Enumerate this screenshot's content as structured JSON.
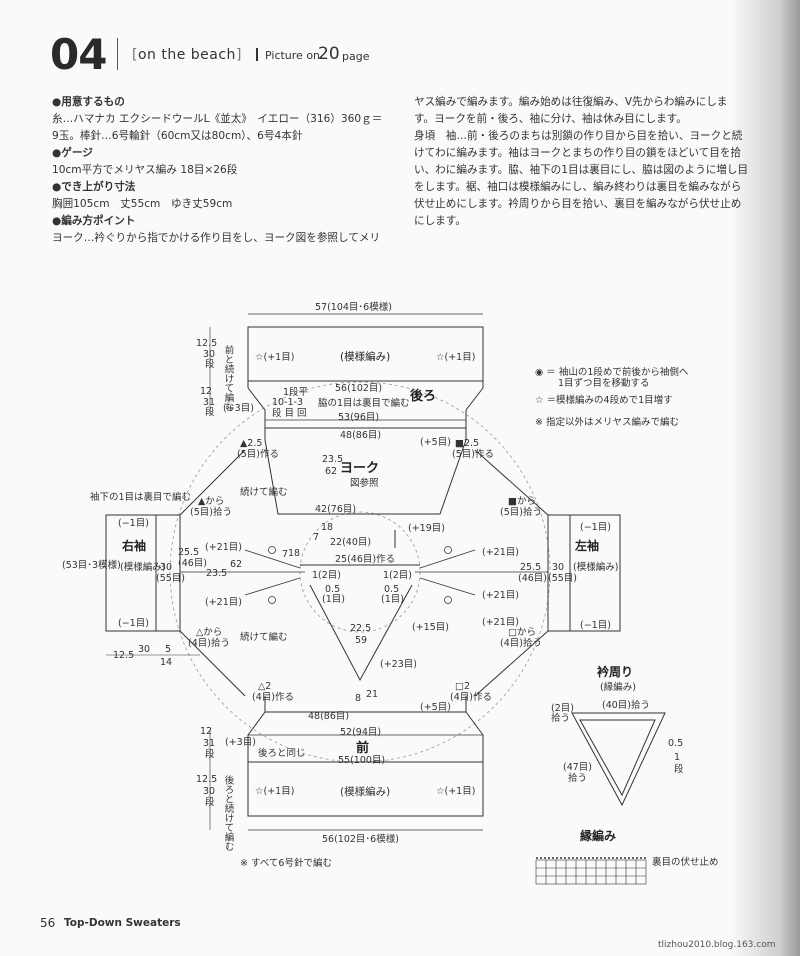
{
  "header": {
    "page_number": "04",
    "subtitle_open": "[",
    "subtitle": "on the beach",
    "subtitle_close": "]",
    "picture_on": "Picture on",
    "picture_page": "20",
    "picture_page_label": "page"
  },
  "instructions": {
    "left": [
      {
        "text": "●用意するもの",
        "bold": true
      },
      {
        "text": "糸…ハマナカ エクシードウールL《並太》　イエロー（316）360ｇ＝",
        "bold": false
      },
      {
        "text": "9玉。棒針…6号輪針（60cm又は80cm）、6号4本針",
        "bold": false
      },
      {
        "text": "●ゲージ",
        "bold": true
      },
      {
        "text": "10cm平方でメリヤス編み 18目×26段",
        "bold": false
      },
      {
        "text": "●でき上がり寸法",
        "bold": true
      },
      {
        "text": "胸囲105cm　丈55cm　ゆき丈59cm",
        "bold": false
      },
      {
        "text": "●編み方ポイント",
        "bold": true
      },
      {
        "text": "ヨーク…衿ぐりから指でかける作り目をし、ヨーク図を参照してメリ",
        "bold": false
      }
    ],
    "right": [
      "ヤス編みで編みます。編み始めは往復編み、V先からわ編みにしま",
      "す。ヨークを前・後ろ、袖に分け、袖は休み目にします。",
      "身頃　袖…前・後ろのまちは別鎖の作り目から目を拾い、ヨークと続",
      "けてわに編みます。袖はヨークとまちの作り目の鎖をほどいて目を拾",
      "い、わに編みます。脇、袖下の1目は裏目にし、脇は図のように増し目",
      "をします。裾、袖口は模様編みにし、編み終わりは裏目を編みながら",
      "伏せ止めにします。衿周りから目を拾い、裏目を編みながら伏せ止め",
      "にします。"
    ]
  },
  "diagram": {
    "back": {
      "title": "後ろ",
      "top_width": "57(104目･6模様)",
      "pattern": "(模様編み)",
      "w56": "56(102目)",
      "w53": "53(96目)",
      "w48": "48(86目)",
      "inc_left": "☆(+1目)",
      "inc_right": "☆(+1目)",
      "h12_5": "12.5",
      "h30": "30",
      "dan": "段",
      "h12": "12",
      "h31": "31",
      "note_front": "前と続けて編む",
      "plus3": "(+3目)",
      "plus5": "(+5目)",
      "rule1": "1段平",
      "rule2": "10-1-3",
      "rule3": "段 目 回",
      "side_note": "脇の1目は裏目で編む",
      "tri_left": "▲2.5",
      "tri_left_sub": "(5目)作る",
      "tri_right": "■2.5",
      "tri_right_sub": "(5目)作る"
    },
    "yoke": {
      "title": "ヨーク",
      "ref": "図参照",
      "h23_5": "23.5",
      "h62": "62",
      "w42": "42(76目)",
      "w22": "22(40目)",
      "w25": "25(46目)作る",
      "plus19": "(+19目)",
      "h7": "7",
      "h18": "18",
      "h22_5": "22.5",
      "h59": "59",
      "plus23": "(+23目)",
      "plus15": "(+15目)",
      "pick1_left": "1(2目)",
      "pick1_right": "1(2目)",
      "small_left": "0.5",
      "small_left_sub": "(1目)",
      "small_right": "0.5",
      "small_right_sub": "(1目)",
      "h8": "8",
      "h21": "21",
      "h7_18": "7",
      "d18": "18"
    },
    "right_sleeve": {
      "title": "右袖",
      "pattern": "(模様編み)",
      "note": "袖下の1目は裏目で編む",
      "w53": "(53目･3模様)",
      "minus1_top": "(−1目)",
      "minus1_bot": "(−1目)",
      "w25_5": "25.5",
      "w46": "(46目)",
      "h30": "30",
      "h55": "(55目)",
      "h23_5": "23.5",
      "h62": "62",
      "tri_from": "▲から",
      "tri_pick": "(5目)拾う",
      "tri2_from": "△から",
      "tri2_pick": "(4目)拾う",
      "plus21_top": "(+21目)",
      "plus21_bot": "(+21目)",
      "cont": "続けて編む",
      "cont2": "続けて編む",
      "len12_5": "12.5",
      "len30": "30",
      "len5": "5",
      "len14": "14"
    },
    "left_sleeve": {
      "title": "左袖",
      "pattern": "(模様編み)",
      "sq_from": "■から",
      "sq_pick": "(5目)拾う",
      "sq2_from": "□から",
      "sq2_pick": "(4目)拾う",
      "minus1_top": "(−1目)",
      "minus1_bot": "(−1目)",
      "w25_5": "25.5",
      "w46": "(46目)",
      "h30": "30",
      "h55": "(55目)",
      "plus21_top": "(+21目)",
      "plus21_mid": "(+21目)",
      "plus21_bot": "(+21目)"
    },
    "front": {
      "title": "前",
      "w48": "48(86目)",
      "w52": "52(94目)",
      "w55": "55(100目)",
      "pattern": "(模様編み)",
      "bottom": "56(102目･6模様)",
      "inc_left": "☆(+1目)",
      "inc_right": "☆(+1目)",
      "tri2_left": "△2",
      "tri2_left_sub": "(4目)作る",
      "tri2_right": "□2",
      "tri2_right_sub": "(4目)作る",
      "plus3": "(+3目)",
      "plus5": "(+5目)",
      "same_back": "後ろと同じ",
      "cont_back": "後ろと続けて編む",
      "h12": "12",
      "h31": "31",
      "h12_5": "12.5",
      "h30": "30",
      "note_all": "※ すべて6号針で編む"
    },
    "legend": {
      "l1a": "◉ ＝ 袖山の1段めで前後から袖側へ",
      "l1b": "1目ずつ目を移動する",
      "l2": "☆ ＝模様編みの4段めで1目増す",
      "l3": "※ 指定以外はメリヤス編みで編む"
    },
    "neckband": {
      "title": "衿周り",
      "sub": "(縁編み)",
      "top": "(40目)拾う",
      "left2": "(2目)",
      "left2b": "拾う",
      "left47": "(47目)",
      "left47b": "拾う",
      "h0_5": "0.5",
      "h1": "1",
      "dan": "段"
    },
    "edging": {
      "title": "縁編み",
      "note": "裏目の伏せ止め"
    }
  },
  "footer": {
    "number": "56",
    "title": "Top-Down Sweaters",
    "watermark": "tlizhou2010.blog.163.com"
  }
}
